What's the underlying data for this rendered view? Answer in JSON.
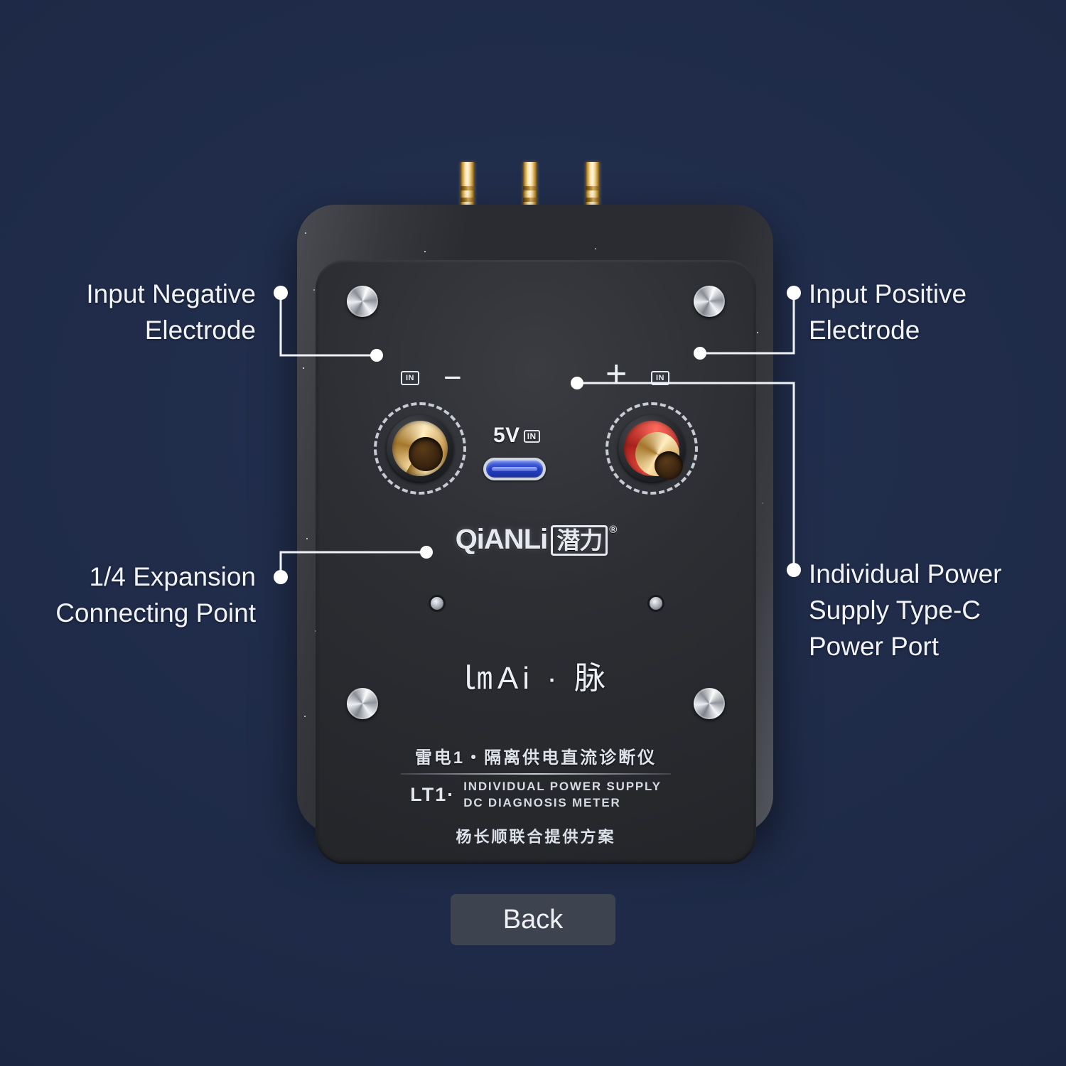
{
  "background_color": "#1e2a47",
  "callouts": [
    {
      "id": "input-negative",
      "lines": [
        "Input Negative",
        "Electrode"
      ],
      "align": "right"
    },
    {
      "id": "input-positive",
      "lines": [
        "Input Positive",
        "Electrode"
      ],
      "align": "left"
    },
    {
      "id": "expansion-point",
      "lines": [
        "1/4 Expansion",
        "Connecting Point"
      ],
      "align": "right"
    },
    {
      "id": "typec-power-port",
      "lines": [
        "Individual Power",
        "Supply Type-C",
        "Power Port"
      ],
      "align": "left"
    }
  ],
  "device": {
    "negative_jack": {
      "in_label": "IN",
      "polarity": "−",
      "ring_color": "#d8ab4e"
    },
    "positive_jack": {
      "in_label": "IN",
      "polarity": "+",
      "ring_color": "#d33a30"
    },
    "power_port": {
      "voltage_label": "5V",
      "direction_label": "IN",
      "port_color": "#2440c4"
    },
    "brand": {
      "name": "QiANLi",
      "cn": "潜力",
      "registered": "®"
    },
    "center_logo": "㏐Ai · 脉",
    "model": {
      "cn_title": "雷电1・隔离供电直流诊断仪",
      "model_code": "LT1·",
      "en_line1": "INDIVIDUAL POWER SUPPLY",
      "en_line2": "DC DIAGNOSIS METER",
      "cn_sub": "杨长顺联合提供方案"
    }
  },
  "footer": {
    "back_label": "Back"
  }
}
